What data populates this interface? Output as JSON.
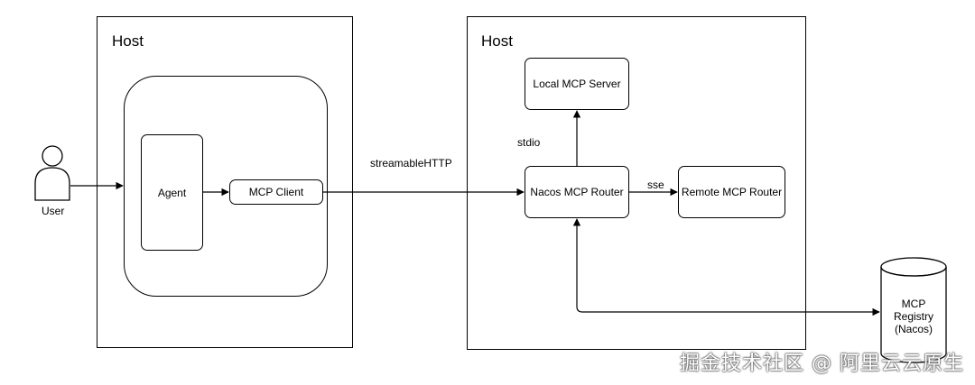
{
  "hosts": {
    "left_title": "Host",
    "right_title": "Host"
  },
  "user": {
    "label": "User"
  },
  "nodes": {
    "agent": "Agent",
    "mcp_client": "MCP Client",
    "local_mcp_server": "Local MCP Server",
    "nacos_mcp_router": "Nacos MCP Router",
    "remote_mcp_router": "Remote MCP Router",
    "registry_line1": "MCP",
    "registry_line2": "Registry",
    "registry_line3": "(Nacos)"
  },
  "edges": {
    "client_to_router": "streamableHTTP",
    "router_to_local": "stdio",
    "router_to_remote": "sse"
  },
  "watermark": "掘金技术社区 @ 阿里云云原生"
}
